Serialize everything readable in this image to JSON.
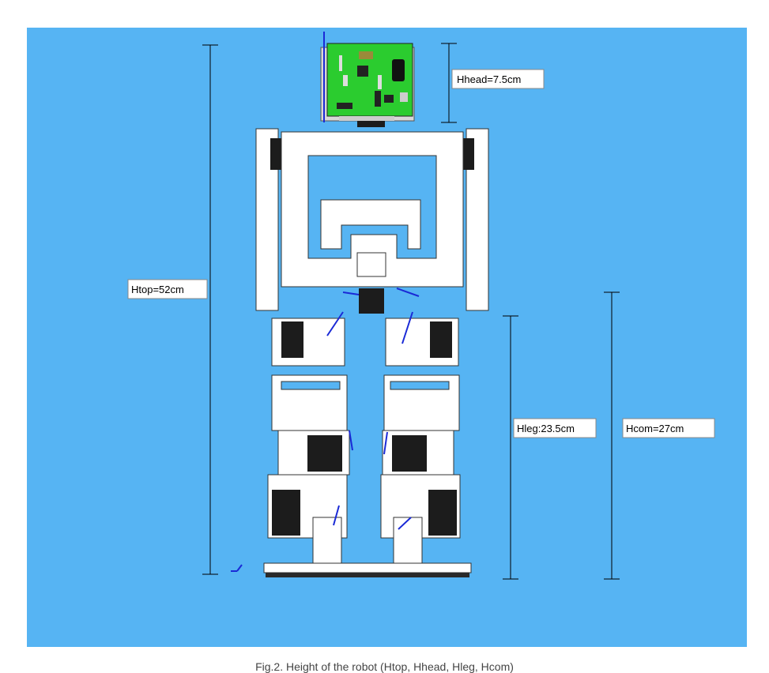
{
  "colors": {
    "background": "#56b4f3",
    "body_panel": "#ffffff",
    "servo": "#1c1c1c",
    "board": "#2bcc2f",
    "arrow": "#1a2ad6",
    "dimension": "#000000"
  },
  "dimensions": {
    "head": {
      "label": "Hhead=7.5cm",
      "value_cm": 7.5
    },
    "top": {
      "label": "Htop=52cm",
      "value_cm": 52
    },
    "leg": {
      "label": "Hleg:23.5cm",
      "value_cm": 23.5
    },
    "com": {
      "label": "Hcom=27cm",
      "value_cm": 27
    }
  },
  "caption": "Fig.2. Height of the robot (Htop, Hhead, Hleg, Hcom)"
}
